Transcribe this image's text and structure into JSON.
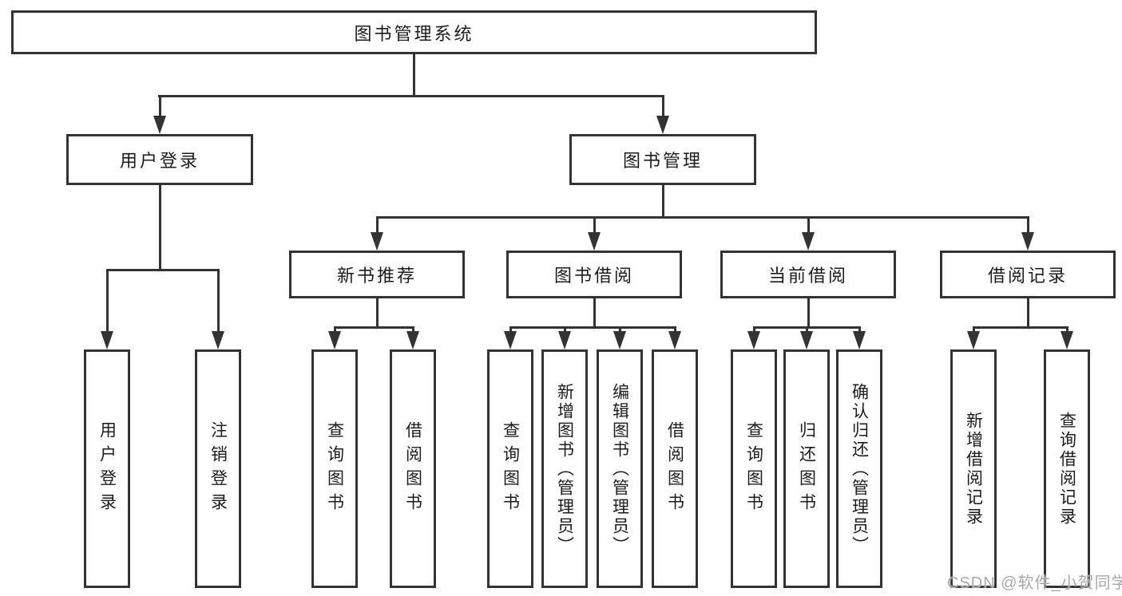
{
  "diagram": {
    "root": "图书管理系统",
    "level2": {
      "user_login": "用户登录",
      "book_management": "图书管理"
    },
    "level3": {
      "new_book_recommend": "新书推荐",
      "book_borrowing": "图书借阅",
      "current_borrowing": "当前借阅",
      "borrowing_records": "借阅记录"
    },
    "leaves": {
      "user_login": [
        "用户登录",
        "注销登录"
      ],
      "new_book_recommend": [
        "查询图书",
        "借阅图书"
      ],
      "book_borrowing": [
        "查询图书",
        "新增图书（管理员）",
        "编辑图书（管理员）",
        "借阅图书"
      ],
      "current_borrowing": [
        "查询图书",
        "归还图书",
        "确认归还（管理员）"
      ],
      "borrowing_records": [
        "新增借阅记录",
        "查询借阅记录"
      ]
    }
  },
  "watermark": "CSDN @软件_小贺同学",
  "colors": {
    "line": "#333333",
    "border": "#333333",
    "text": "#1c1c1c",
    "bg": "#ffffff",
    "watermark": "#a8a8a8"
  }
}
